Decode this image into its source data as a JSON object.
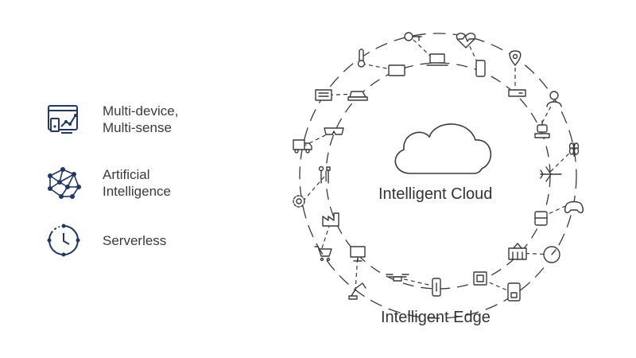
{
  "features": [
    {
      "label": "Multi-device,\nMulti-sense",
      "icon": "device-chart-icon"
    },
    {
      "label": "Artificial\nIntelligence",
      "icon": "neural-network-icon"
    },
    {
      "label": "Serverless",
      "icon": "clock-cycle-icon"
    }
  ],
  "diagram": {
    "center_label": "Intelligent Cloud",
    "edge_label": "Intelligent Edge",
    "center_icon": "cloud-icon",
    "ring_icons": [
      "key-icon",
      "heart-rate-icon",
      "location-pin-icon",
      "person-icon",
      "robot-icon",
      "wheat-icon",
      "airplane-icon",
      "gamepad-icon",
      "bus-icon",
      "gauge-icon",
      "building-icon",
      "lock-device-icon",
      "chip-icon",
      "sensor-icon",
      "drone-icon",
      "robot-arm-icon",
      "shopping-cart-icon",
      "factory-icon",
      "gear-icon",
      "wrench-icon",
      "truck-icon",
      "newspaper-icon",
      "thermometer-icon"
    ],
    "inner_icons": [
      "laptop-icon",
      "phone-icon",
      "tablet-icon",
      "car-icon",
      "set-top-box-icon",
      "vr-headset-icon",
      "monitor-icon"
    ]
  },
  "colors": {
    "line": "#3a3a3a",
    "accent": "#1f3864",
    "text": "#333333"
  }
}
